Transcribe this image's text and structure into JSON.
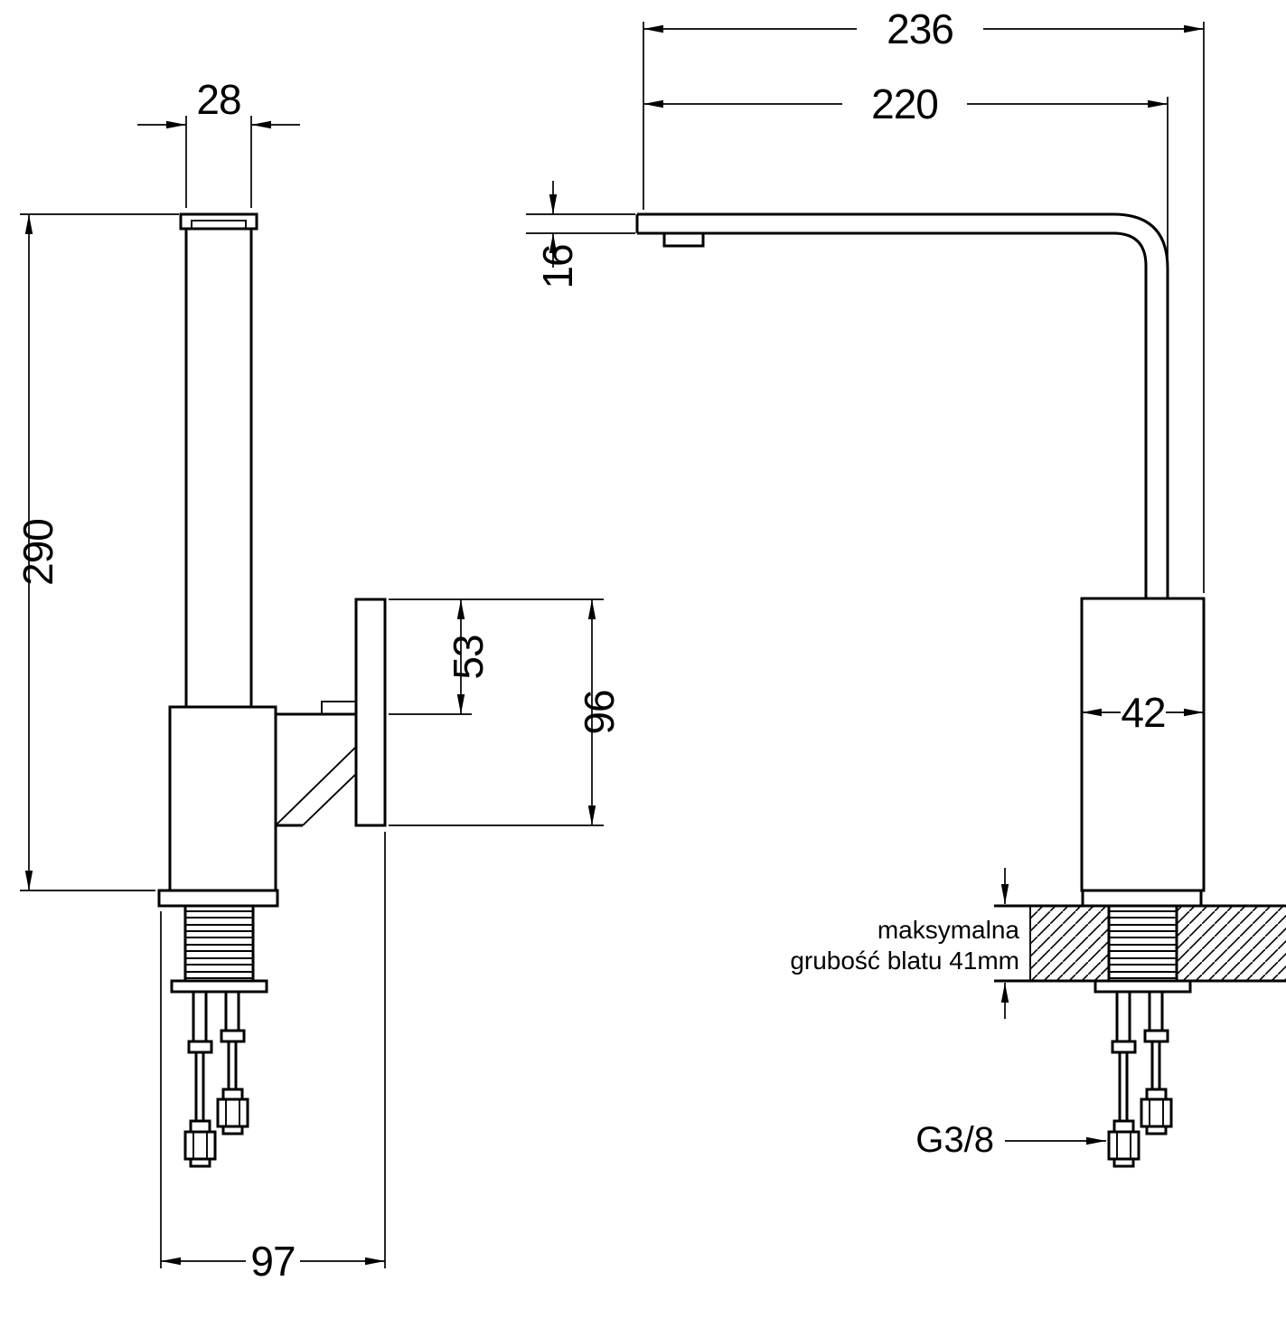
{
  "page": {
    "background_color": "#ffffff",
    "line_color": "#000000"
  },
  "views": {
    "side_view": {
      "dims": {
        "spout_width": "28",
        "height": "290",
        "handle_offset": "53",
        "handle_height": "96",
        "base_depth": "97"
      }
    },
    "front_view": {
      "dims": {
        "total_reach": "236",
        "spout_reach": "220",
        "spout_thickness": "16",
        "body_width": "42"
      },
      "countertop_note": {
        "line1": "maksymalna",
        "line2": "grubość blatu 41mm"
      },
      "thread_label": "G3/8"
    }
  }
}
